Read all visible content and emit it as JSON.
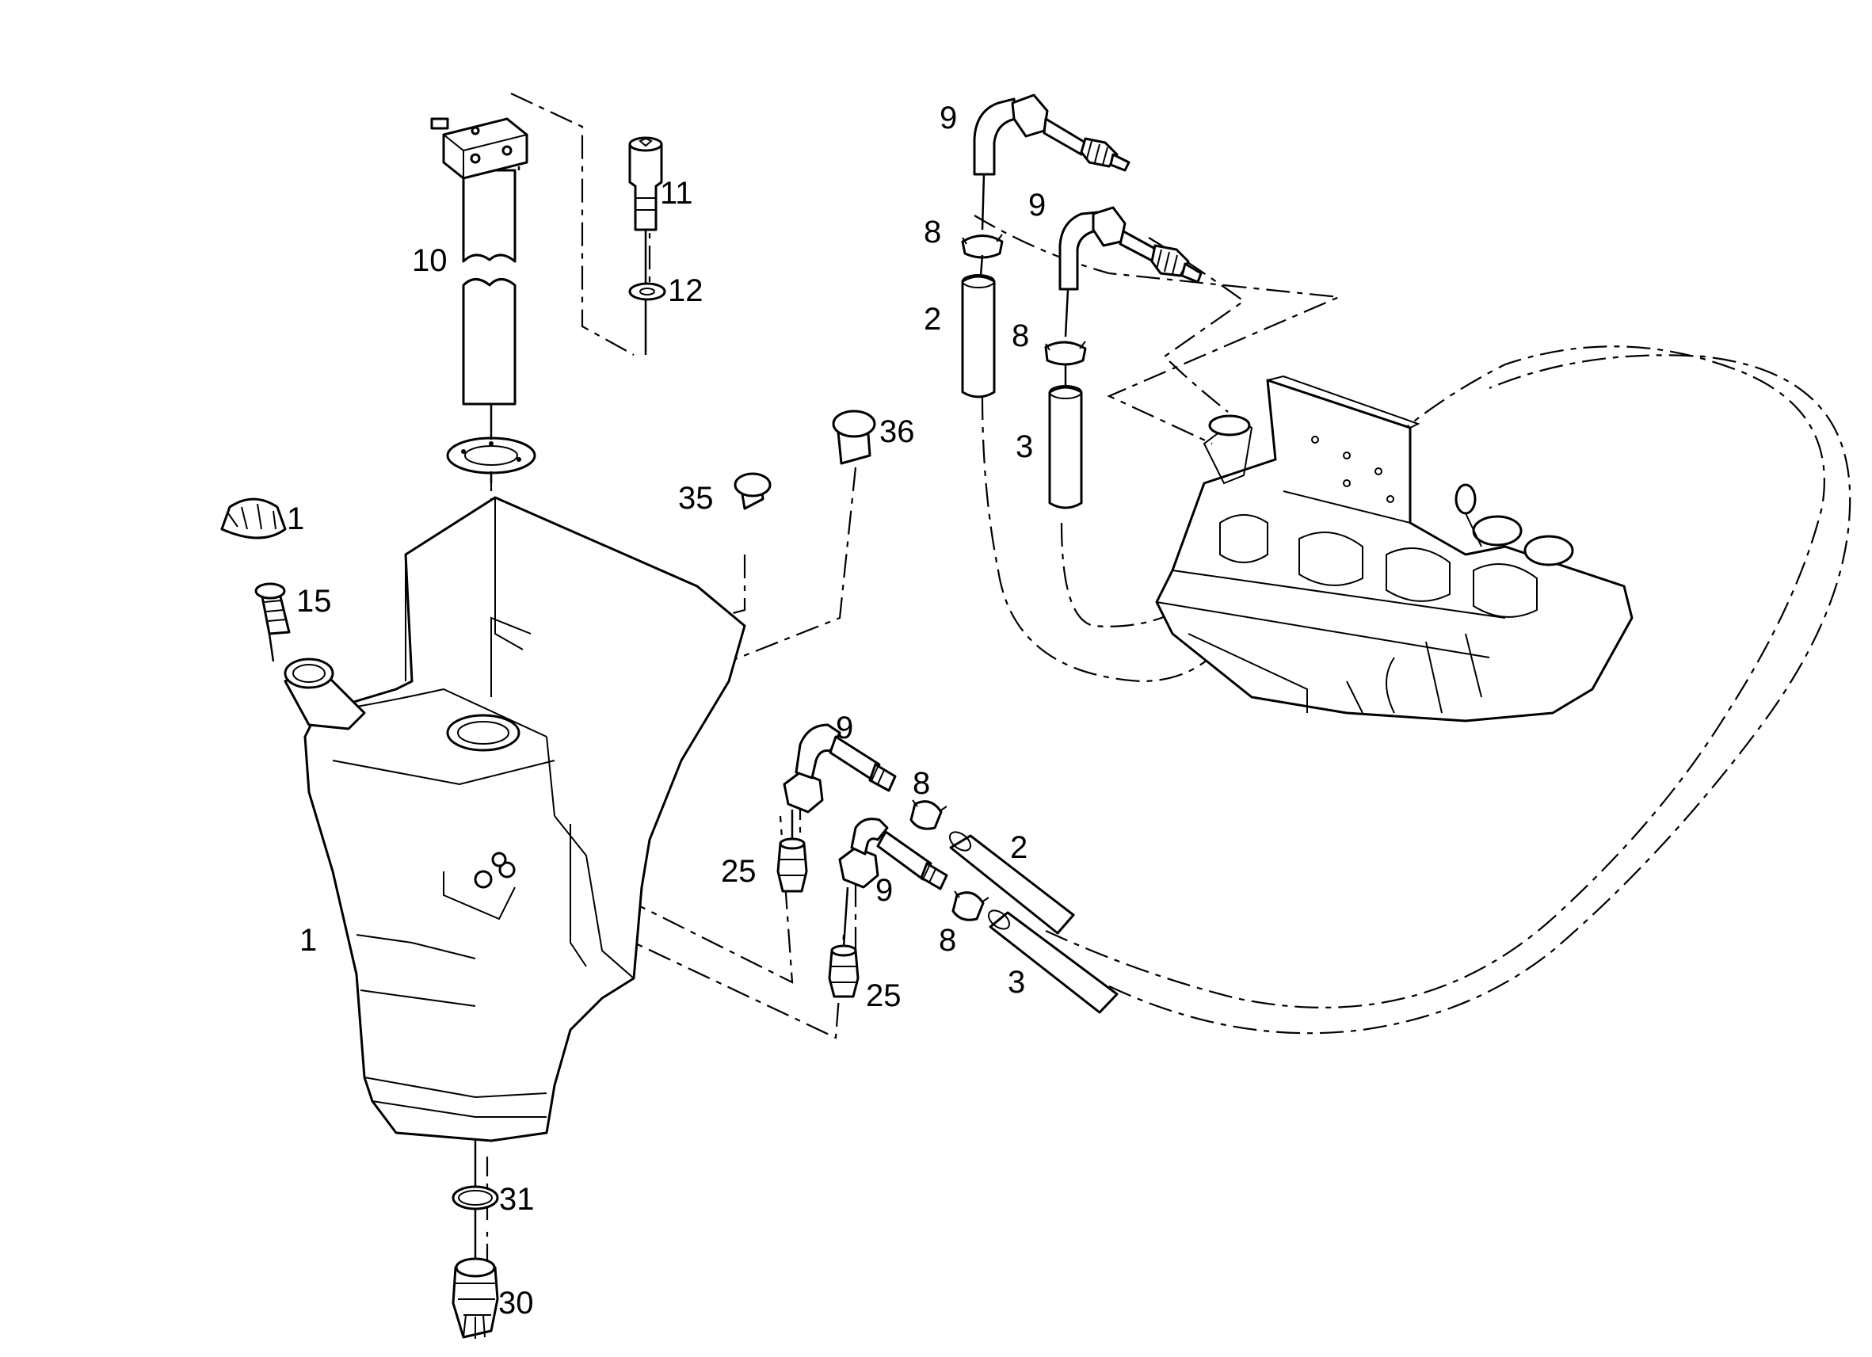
{
  "callouts": [
    {
      "id": "cap",
      "text": "1"
    },
    {
      "id": "tank",
      "text": "1"
    },
    {
      "id": "hose-upper-2",
      "text": "2"
    },
    {
      "id": "hose-lower-2",
      "text": "2"
    },
    {
      "id": "hose-upper-3",
      "text": "3"
    },
    {
      "id": "hose-lower-3",
      "text": "3"
    },
    {
      "id": "clamp-ul",
      "text": "8"
    },
    {
      "id": "clamp-ur",
      "text": "8"
    },
    {
      "id": "clamp-ll",
      "text": "8"
    },
    {
      "id": "clamp-lr",
      "text": "8"
    },
    {
      "id": "elbow-ul",
      "text": "9"
    },
    {
      "id": "elbow-ur",
      "text": "9"
    },
    {
      "id": "elbow-ll",
      "text": "9"
    },
    {
      "id": "elbow-lr",
      "text": "9"
    },
    {
      "id": "sender",
      "text": "10"
    },
    {
      "id": "screw",
      "text": "11"
    },
    {
      "id": "washer",
      "text": "12"
    },
    {
      "id": "strainer",
      "text": "15"
    },
    {
      "id": "nipple-l",
      "text": "25"
    },
    {
      "id": "nipple-r",
      "text": "25"
    },
    {
      "id": "drain-plug",
      "text": "30"
    },
    {
      "id": "o-ring",
      "text": "31"
    },
    {
      "id": "grommet-small",
      "text": "35"
    },
    {
      "id": "grommet-large",
      "text": "36"
    }
  ]
}
